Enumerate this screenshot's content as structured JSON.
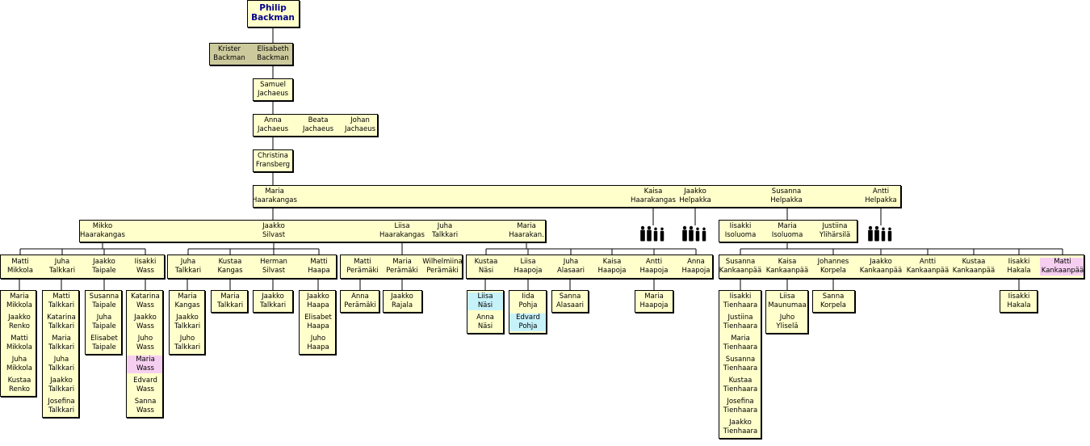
{
  "highlight_colors": {
    "cyan": "#c6f2fa",
    "pink": "#f6cff0"
  },
  "icons": {
    "group": "family-group-icon"
  },
  "people": {
    "philip_backman": [
      "Philip",
      "Backman"
    ],
    "krister_backman": [
      "Krister",
      "Backman"
    ],
    "elisabeth_backman": [
      "Elisabeth",
      "Backman"
    ],
    "samuel_jachaeus": [
      "Samuel",
      "Jachaeus"
    ],
    "anna_jachaeus": [
      "Anna",
      "Jachaeus"
    ],
    "beata_jachaeus": [
      "Beata",
      "Jachaeus"
    ],
    "johan_jachaeus": [
      "Johan",
      "Jachaeus"
    ],
    "christina_fransberg": [
      "Christina",
      "Fransberg"
    ],
    "maria_haarakangas": [
      "Maria",
      "Haarakangas"
    ],
    "kaisa_haarakangas": [
      "Kaisa",
      "Haarakangas"
    ],
    "jaakko_helpakka": [
      "Jaakko",
      "Helpakka"
    ],
    "susanna_helpakka": [
      "Susanna",
      "Helpakka"
    ],
    "antti_helpakka": [
      "Antti",
      "Helpakka"
    ],
    "mikko_haarakangas": [
      "Mikko",
      "Haarakangas"
    ],
    "jaakko_silvast": [
      "Jaakko",
      "Silvast"
    ],
    "liisa_haarakangas": [
      "Liisa",
      "Haarakangas"
    ],
    "juha_talkkari": [
      "Juha",
      "Talkkari"
    ],
    "maria_haarakan": [
      "Maria",
      "Haarakan."
    ],
    "iisakki_isoluoma": [
      "Iisakki",
      "Isoluoma"
    ],
    "maria_isoluoma": [
      "Maria",
      "Isoluoma"
    ],
    "justiina_ylihärsilä": [
      "Justiina",
      "Ylihärsilä"
    ],
    "matti_mikkola": [
      "Matti",
      "Mikkola"
    ],
    "juha_talkkari_2": [
      "Juha",
      "Talkkari"
    ],
    "jaakko_taipale": [
      "Jaakko",
      "Taipale"
    ],
    "iisakki_wass": [
      "Iisakki",
      "Wass"
    ],
    "juha_talkkari_3": [
      "Juha",
      "Talkkari"
    ],
    "kustaa_kangas": [
      "Kustaa",
      "Kangas"
    ],
    "herman_silvast": [
      "Herman",
      "Silvast"
    ],
    "matti_haapa": [
      "Matti",
      "Haapa"
    ],
    "matti_perämäki": [
      "Matti",
      "Perämäki"
    ],
    "maria_perämäki": [
      "Maria",
      "Perämäki"
    ],
    "wilhelmiina_perämäki": [
      "Wilhelmiina",
      "Perämäki"
    ],
    "kustaa_näsi": [
      "Kustaa",
      "Näsi"
    ],
    "liisa_haapoja": [
      "Liisa",
      "Haapoja"
    ],
    "juha_alasaari": [
      "Juha",
      "Alasaari"
    ],
    "kaisa_haapoja": [
      "Kaisa",
      "Haapoja"
    ],
    "antti_haapoja": [
      "Antti",
      "Haapoja"
    ],
    "anna_haapoja": [
      "Anna",
      "Haapoja"
    ],
    "susanna_kankaanpää": [
      "Susanna",
      "Kankaanpää"
    ],
    "kaisa_kankaanpää": [
      "Kaisa",
      "Kankaanpää"
    ],
    "johannes_korpela": [
      "Johannes",
      "Korpela"
    ],
    "jaakko_kankaanpää": [
      "Jaakko",
      "Kankaanpää"
    ],
    "antti_kankaanpää": [
      "Antti",
      "Kankaanpää"
    ],
    "kustaa_kankaanpää": [
      "Kustaa",
      "Kankaanpää"
    ],
    "iisakki_hakala": [
      "Iisakki",
      "Hakala"
    ],
    "matti_kankaanpää": [
      "Matti",
      "Kankaanpää"
    ],
    "maria_mikkola": [
      "Maria",
      "Mikkola"
    ],
    "jaakko_renko": [
      "Jaakko",
      "Renko"
    ],
    "matti_mikkola_2": [
      "Matti",
      "Mikkola"
    ],
    "juha_mikkola": [
      "Juha",
      "Mikkola"
    ],
    "kustaa_renko": [
      "Kustaa",
      "Renko"
    ],
    "matti_talkkari": [
      "Matti",
      "Talkkari"
    ],
    "katarina_talkkari": [
      "Katarina",
      "Talkkari"
    ],
    "maria_talkkari": [
      "Maria",
      "Talkkari"
    ],
    "juha_talkkari_4": [
      "Juha",
      "Talkkari"
    ],
    "jaakko_talkkari": [
      "Jaakko",
      "Talkkari"
    ],
    "josefina_talkkari": [
      "Josefina",
      "Talkkari"
    ],
    "susanna_taipale": [
      "Susanna",
      "Taipale"
    ],
    "juha_taipale": [
      "Juha",
      "Taipale"
    ],
    "elisabet_taipale": [
      "Elisabet",
      "Taipale"
    ],
    "katarina_wass": [
      "Katarina",
      "Wass"
    ],
    "jaakko_wass": [
      "Jaakko",
      "Wass"
    ],
    "juho_wass": [
      "Juho",
      "Wass"
    ],
    "maria_wass": [
      "Maria",
      "Wass"
    ],
    "edvard_wass": [
      "Edvard",
      "Wass"
    ],
    "sanna_wass": [
      "Sanna",
      "Wass"
    ],
    "maria_kangas": [
      "Maria",
      "Kangas"
    ],
    "jaakko_talkkari_2": [
      "Jaakko",
      "Talkkari"
    ],
    "juho_talkkari": [
      "Juho",
      "Talkkari"
    ],
    "maria_talkkari_2": [
      "Maria",
      "Talkkari"
    ],
    "jaakko_talkkari_3": [
      "Jaakko",
      "Talkkari"
    ],
    "jaakko_haapa": [
      "Jaakko",
      "Haapa"
    ],
    "elisabet_haapa": [
      "Elisabet",
      "Haapa"
    ],
    "juho_haapa": [
      "Juho",
      "Haapa"
    ],
    "anna_perämäki": [
      "Anna",
      "Perämäki"
    ],
    "jaakko_rajala": [
      "Jaakko",
      "Rajala"
    ],
    "liisa_näsi": [
      "Liisa",
      "Näsi"
    ],
    "anna_näsi": [
      "Anna",
      "Näsi"
    ],
    "iida_pohja": [
      "Iida",
      "Pohja"
    ],
    "edvard_pohja": [
      "Edvard",
      "Pohja"
    ],
    "sanna_alasaari": [
      "Sanna",
      "Alasaari"
    ],
    "maria_haapoja": [
      "Maria",
      "Haapoja"
    ],
    "iisakki_tienhaara": [
      "Iisakki",
      "Tienhaara"
    ],
    "justiina_tienhaara": [
      "Justiina",
      "Tienhaara"
    ],
    "maria_tienhaara": [
      "Maria",
      "Tienhaara"
    ],
    "susanna_tienhaara": [
      "Susanna",
      "Tienhaara"
    ],
    "kustaa_tienhaara": [
      "Kustaa",
      "Tienhaara"
    ],
    "josefina_tienhaara": [
      "Josefina",
      "Tienhaara"
    ],
    "jaakko_tienhaara": [
      "Jaakko",
      "Tienhaara"
    ],
    "liisa_maunumaa": [
      "Liisa",
      "Maunumaa"
    ],
    "juho_yliselä": [
      "Juho",
      "Yliselä"
    ],
    "sanna_korpela": [
      "Sanna",
      "Korpela"
    ],
    "iisakki_hakala_2": [
      "Iisakki",
      "Hakala"
    ]
  }
}
